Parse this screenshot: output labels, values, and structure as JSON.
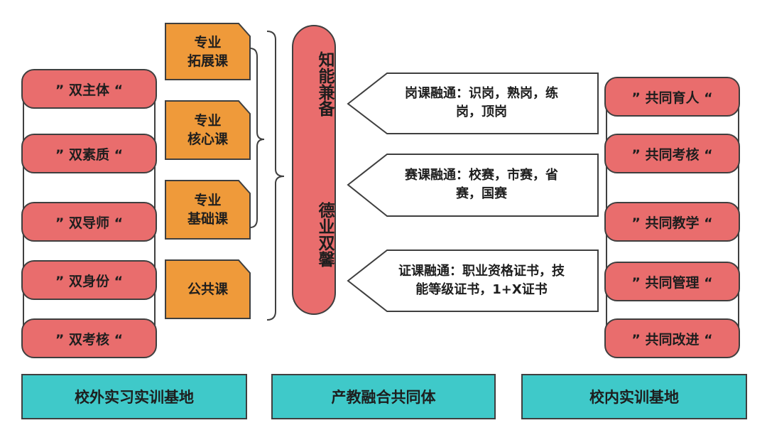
{
  "left_items": [
    "” 双主体 “",
    "” 双素质 “",
    "” 双导师 “",
    "” 双身份 “",
    "” 双考核 “"
  ],
  "courses": [
    {
      "line1": "专业",
      "line2": "拓展课"
    },
    {
      "line1": "专业",
      "line2": "核心课"
    },
    {
      "line1": "专业",
      "line2": "基础课"
    },
    {
      "line1": "公共课",
      "line2": ""
    }
  ],
  "center_pill": {
    "top_text": "知能兼备",
    "bottom_text": "德业双馨"
  },
  "arrows": [
    {
      "line1": "岗课融通：识岗，熟岗，练",
      "line2": "岗，顶岗"
    },
    {
      "line1": "赛课融通：校赛，市赛，省",
      "line2": "赛，国赛"
    },
    {
      "line1": "证课融通：职业资格证书，技",
      "line2": "能等级证书，1+X证书"
    }
  ],
  "right_items": [
    "” 共同育人 “",
    "” 共同考核 “",
    "” 共同教学 “",
    "” 共同管理 “",
    "” 共同改进 “"
  ],
  "bases": [
    "校外实习实训基地",
    "产教融合共同体",
    "校内实训基地"
  ],
  "colors": {
    "red_pill": "#e96d6d",
    "orange_course": "#ef9a3a",
    "teal_base": "#3fc9c9",
    "outline": "#3f3f3f"
  }
}
